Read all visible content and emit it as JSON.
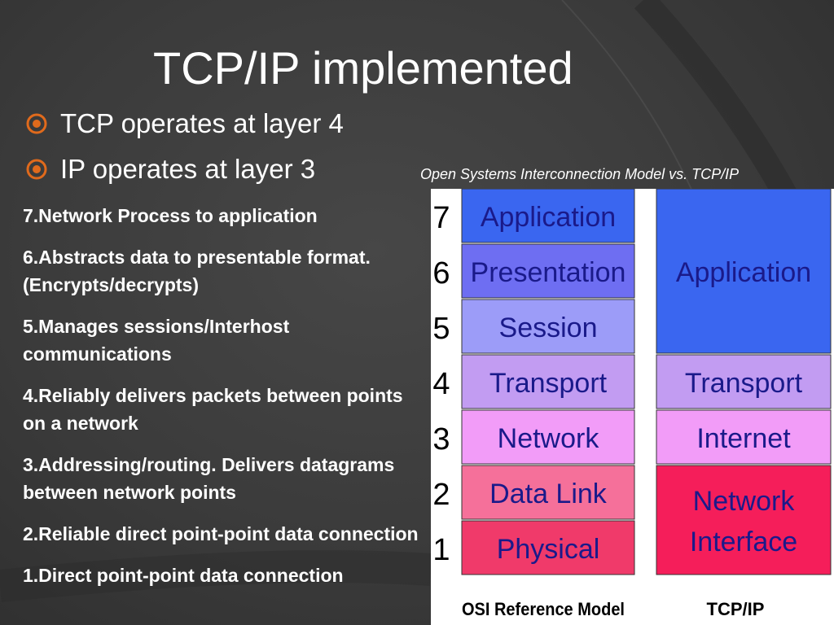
{
  "slide": {
    "title": "TCP/IP implemented",
    "bullets": [
      "TCP operates at layer 4",
      "IP operates at layer 3"
    ],
    "caption": "Open Systems Interconnection Model vs. TCP/IP",
    "layer_descriptions": [
      "7.Network Process to application",
      "6.Abstracts data to presentable format. (Encrypts/decrypts)",
      "5.Manages sessions/Interhost communications",
      "4.Reliably delivers packets between points on a network",
      "3.Addressing/routing. Delivers datagrams between network points",
      "2.Reliable direct point-point data connection",
      "1.Direct point-point data connection"
    ],
    "bullet_icon": "circled-dot-icon",
    "colors": {
      "accent": "#e06a1c"
    }
  },
  "diagram": {
    "osi_layers": [
      {
        "number": "7",
        "name": "Application",
        "color": "#3a66f0"
      },
      {
        "number": "6",
        "name": "Presentation",
        "color": "#6e6ef2"
      },
      {
        "number": "5",
        "name": "Session",
        "color": "#9c9cf8"
      },
      {
        "number": "4",
        "name": "Transport",
        "color": "#c29cf2"
      },
      {
        "number": "3",
        "name": "Network",
        "color": "#f29cf8"
      },
      {
        "number": "2",
        "name": "Data Link",
        "color": "#f5709a"
      },
      {
        "number": "1",
        "name": "Physical",
        "color": "#f03a6a"
      }
    ],
    "tcpip_layers": [
      {
        "name": "Application",
        "color": "#3a66f0",
        "spans": 3
      },
      {
        "name": "Transport",
        "color": "#c29cf2",
        "spans": 1
      },
      {
        "name": "Internet",
        "color": "#f29cf8",
        "spans": 1
      },
      {
        "name": "Network\nInterface",
        "color": "#f51e5a",
        "spans": 2
      }
    ],
    "osi_label": "OSI Reference Model",
    "tcpip_label": "TCP/IP"
  }
}
